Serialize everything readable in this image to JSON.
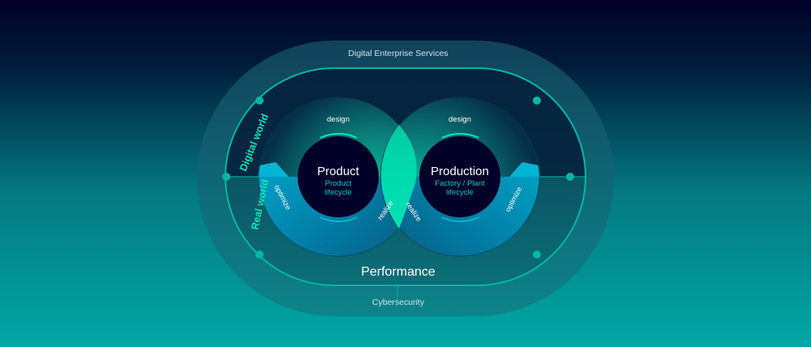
{
  "outer_ring_top_label": "Digital Enterprise Services",
  "outer_ring_bottom_label": "Cybersecurity",
  "digital_world_label": "Digital world",
  "real_world_label": "Real world",
  "performance_label": "Performance",
  "left_loop": {
    "title": "Product",
    "subtitle_line1": "Product",
    "subtitle_line2": "lifecycle",
    "design": "design",
    "optimize": "optimize",
    "realize": "realize"
  },
  "right_loop": {
    "title": "Production",
    "subtitle_line1": "Factory / Plant",
    "subtitle_line2": "lifecycle",
    "design": "design",
    "optimize": "optimize",
    "realize": "realize"
  },
  "colors": {
    "background_top": "#000028",
    "background_bottom": "#00A3A3",
    "accent_green": "#00E6B8",
    "accent_teal": "#00B8CC",
    "ring_line": "#00B7A5",
    "core_dark": "#000028"
  }
}
